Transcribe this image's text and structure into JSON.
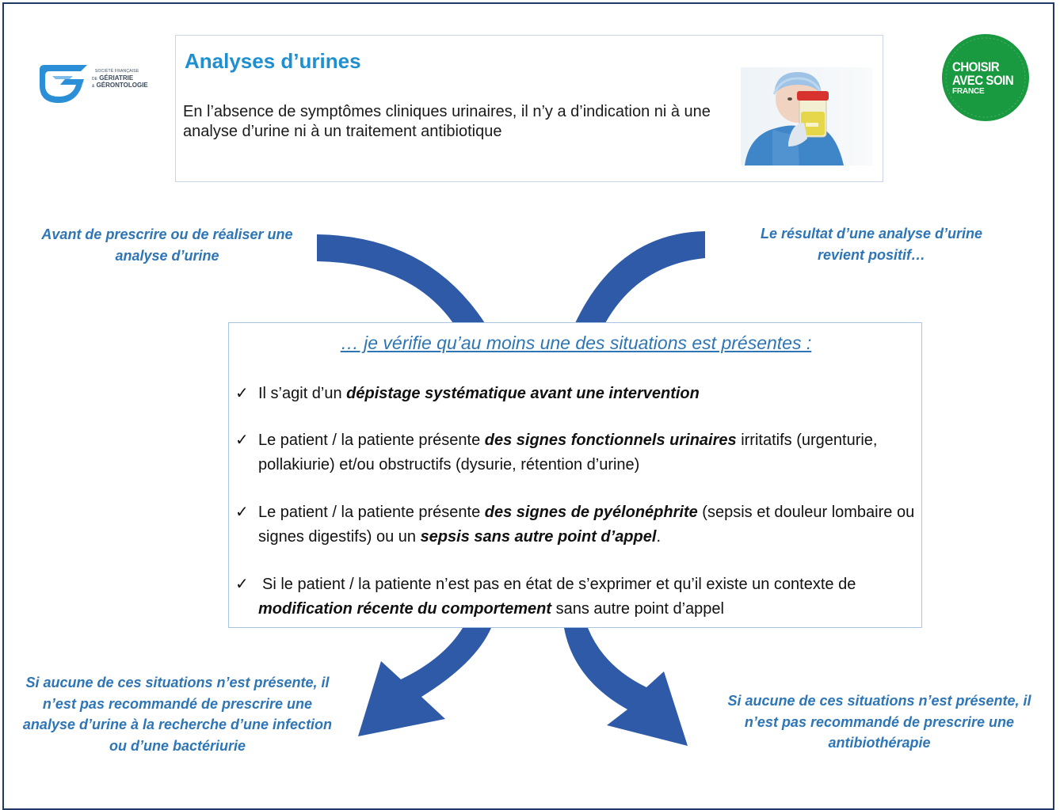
{
  "header": {
    "title": "Analyses d’urines",
    "text": "En l’absence de symptômes cliniques urinaires, il n’y a d’indication ni à une analyse d’urine ni à un traitement antibiotique"
  },
  "logos": {
    "sfgg": {
      "line1": "SOCIÉTÉ FRANÇAISE",
      "line2_prefix": "DE",
      "line2": "GÉRIATRIE",
      "line3_prefix": "&",
      "line3": "GÉRONTOLOGIE"
    },
    "choisir": {
      "line1": "CHOISIR",
      "line2": "AVEC SOIN",
      "line3": "FRANCE"
    }
  },
  "captions": {
    "top_left": "Avant de prescrire ou de réaliser une analyse d’urine",
    "top_right": "Le résultat d’une analyse d’urine revient positif…",
    "bottom_left": "Si aucune de ces situations n’est présente, il n’est pas recommandé de prescrire une analyse d’urine à la recherche d’une infection ou d’une bactériurie",
    "bottom_right": "Si aucune de ces situations n’est présente, il n’est pas recommandé de prescrire une antibiothérapie"
  },
  "center": {
    "heading": "… je vérifie qu’au moins une des situations est présentes :",
    "check_symbol": "✓",
    "items": [
      {
        "pre": "Il s’agit d’un ",
        "b1": "dépistage systématique avant une intervention",
        "mid": "",
        "b2": "",
        "post": ""
      },
      {
        "pre": "Le patient / la patiente présente ",
        "b1": "des signes fonctionnels urinaires",
        "mid": " irritatifs (urgenturie, pollakiurie) et/ou obstructifs (dysurie, rétention d’urine)",
        "b2": "",
        "post": ""
      },
      {
        "pre": "Le patient / la patiente présente ",
        "b1": "des signes de pyélonéphrite",
        "mid": " (sepsis et douleur lombaire ou signes digestifs) ou un ",
        "b2": "sepsis sans autre point d’appel",
        "post": "."
      },
      {
        "pre": "Si le patient / la patiente n’est pas en état de s’exprimer et qu’il existe un contexte de ",
        "b1": "modification récente du comportement",
        "mid": " sans autre point d’appel",
        "b2": "",
        "post": ""
      }
    ]
  },
  "colors": {
    "arrow": "#2e5aa8",
    "title": "#1e8fd0",
    "caption": "#2e75b6",
    "logo_green": "#1a9a40",
    "logo_blue": "#2a8fd6",
    "frame": "#1f3864"
  }
}
